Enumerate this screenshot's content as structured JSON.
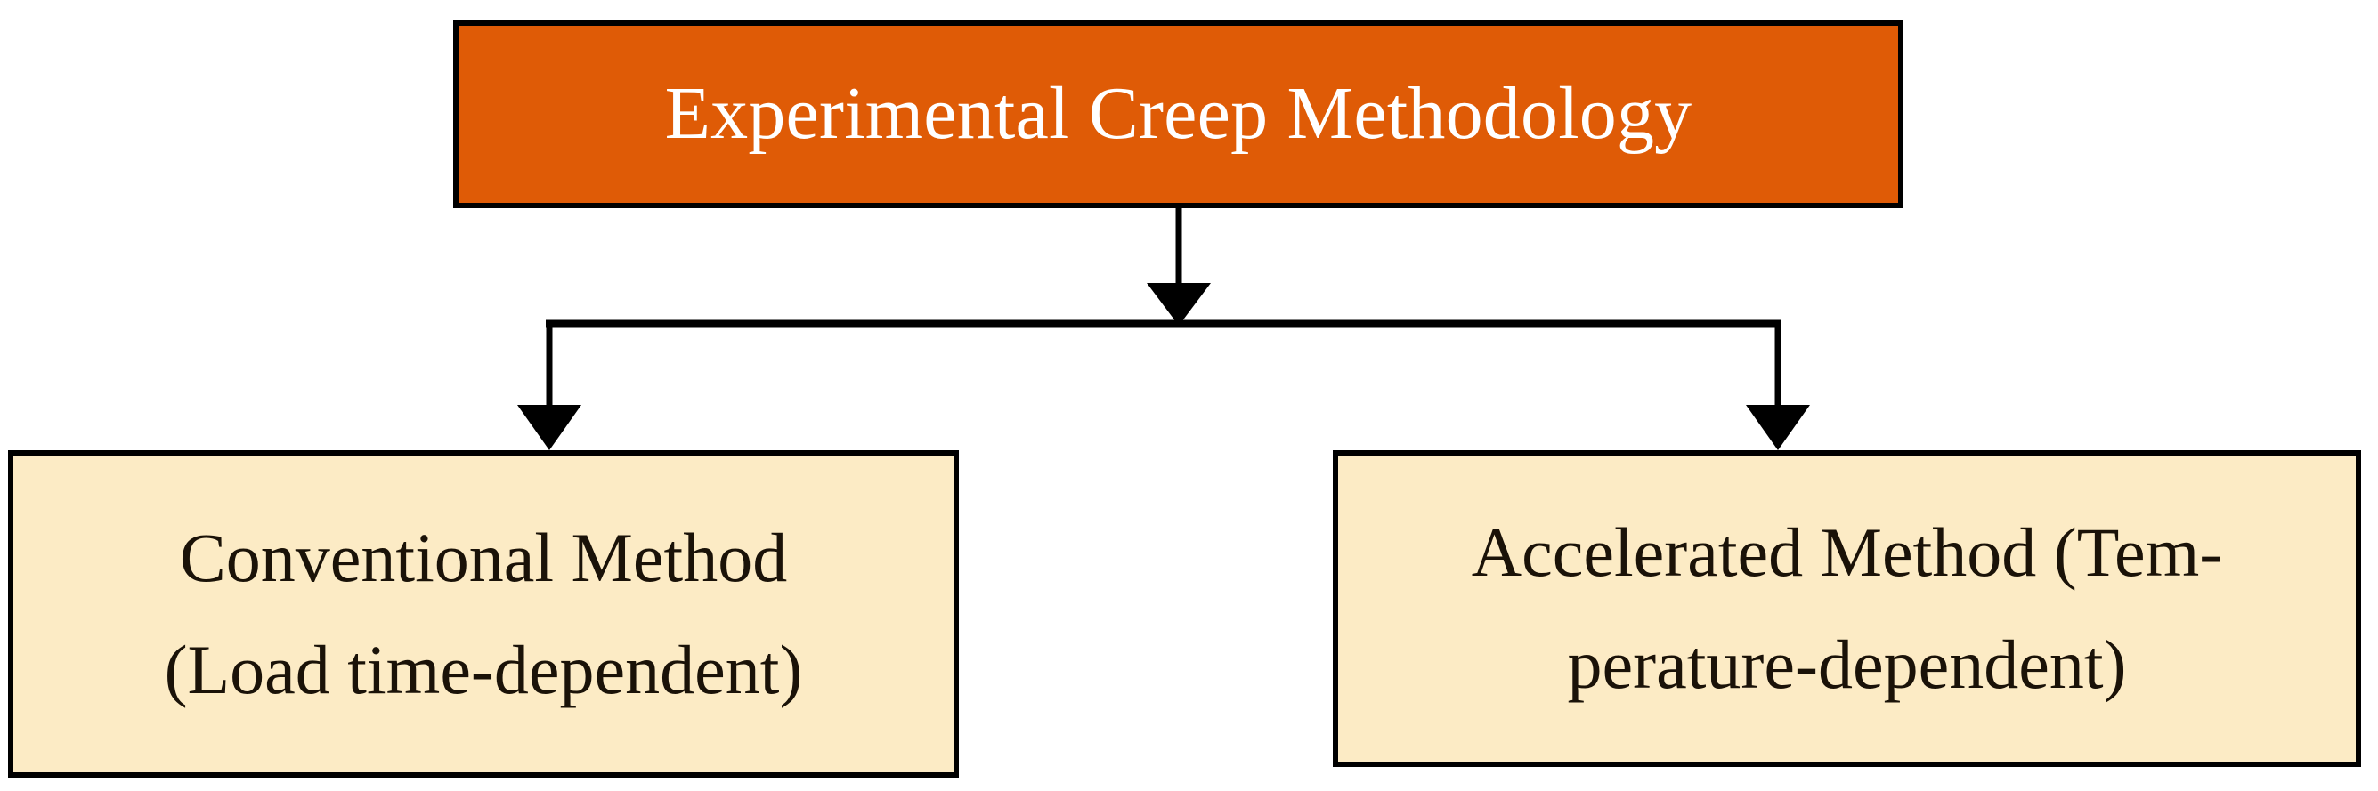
{
  "diagram": {
    "type": "flowchart",
    "orientation": "top-down",
    "title": "Experimental Creep Methodology",
    "background_color": "#FFFFFF",
    "nodes": [
      {
        "id": "root",
        "label": "Experimental Creep Methodology",
        "fill_color": "#DF5B06",
        "text_color": "#FFFFFF",
        "border_color": "#000000",
        "level": 0
      },
      {
        "id": "conventional",
        "label_line1": "Conventional Method",
        "label_line2": "(Load time-dependent)",
        "full_label": "Conventional Method (Load time-dependent)",
        "fill_color": "#FCEBC5",
        "text_color": "#000000",
        "border_color": "#000000",
        "level": 1
      },
      {
        "id": "accelerated",
        "label_line1": "Accelerated Method (Tem-",
        "label_line2": "perature-dependent)",
        "full_label": "Accelerated Method (Temperature-dependent)",
        "fill_color": "#FCEBC5",
        "text_color": "#000000",
        "border_color": "#000000",
        "level": 1
      }
    ],
    "edges": [
      {
        "id": "root-to-split",
        "from": "root",
        "to": "split-bar",
        "arrowhead": true
      },
      {
        "id": "split-to-conventional",
        "from": "split-bar",
        "to": "conventional",
        "arrowhead": true
      },
      {
        "id": "split-to-accelerated",
        "from": "split-bar",
        "to": "accelerated",
        "arrowhead": true
      }
    ],
    "edge_color": "#000000"
  }
}
